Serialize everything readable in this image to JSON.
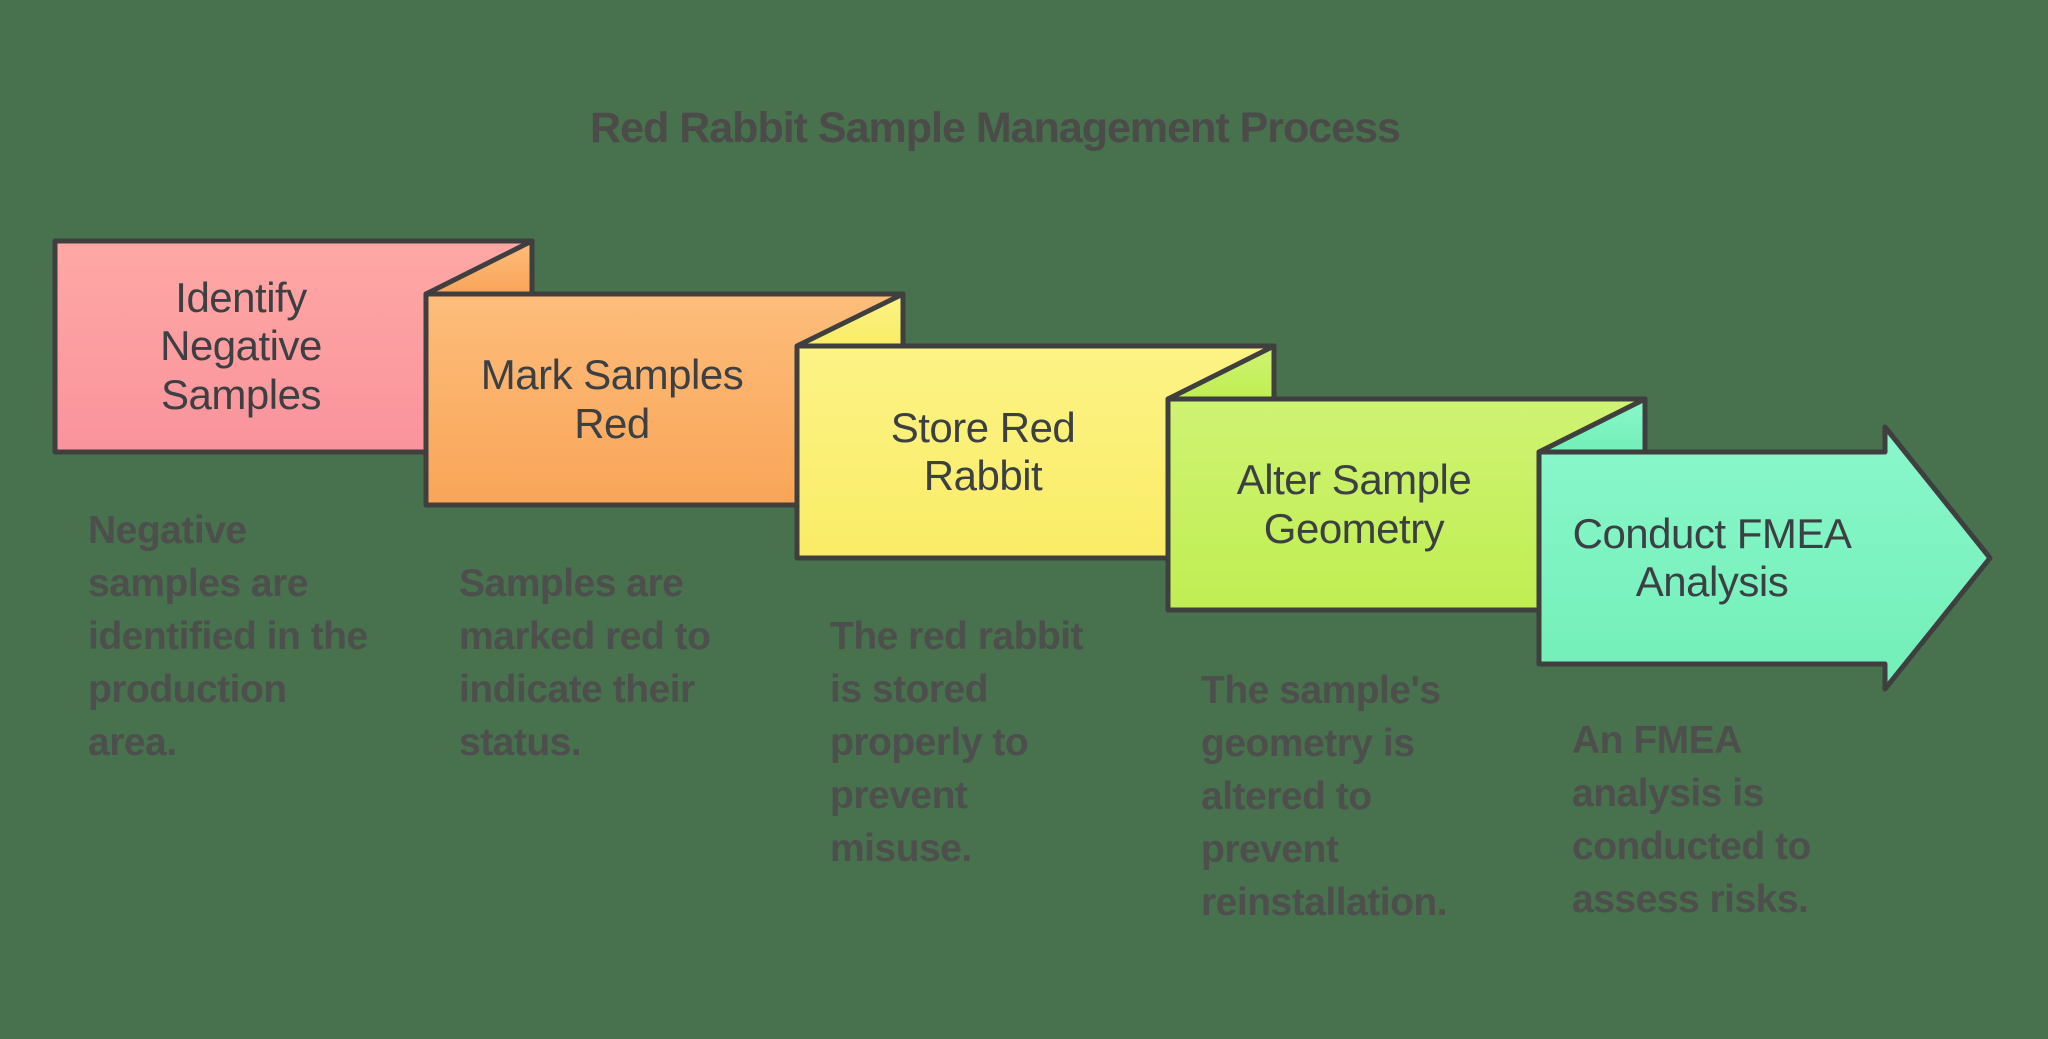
{
  "title": "Red Rabbit Sample Management Process",
  "background_color": "#48714E",
  "border_color": "#3F3F3F",
  "title_color": "#4B4B49",
  "label_color": "#3C4043",
  "description_color": "#4D4F4D",
  "steps": [
    {
      "label": "Identify\nNegative\nSamples",
      "description": "Negative\nsamples are\nidentified in the\nproduction\narea.",
      "color_top": "#FFA8A5",
      "color_bottom": "#F9939C"
    },
    {
      "label": "Mark Samples\nRed",
      "description": "Samples are\nmarked red to\nindicate their\nstatus.",
      "color_top": "#FDBD7B",
      "color_bottom": "#F9A558"
    },
    {
      "label": "Store Red\nRabbit",
      "description": "The red rabbit\nis stored\nproperly to\nprevent\nmisuse.",
      "color_top": "#FCF386",
      "color_bottom": "#FAEC66"
    },
    {
      "label": "Alter Sample\nGeometry",
      "description": "The sample's\ngeometry is\naltered to\nprevent\nreinstallation.",
      "color_top": "#CFF373",
      "color_bottom": "#C0EE52"
    },
    {
      "label": "Conduct FMEA\nAnalysis",
      "description": "An FMEA\nanalysis is\nconducted to\nassess risks.",
      "color_top": "#8AF7CB",
      "color_bottom": "#72EFB8"
    }
  ]
}
